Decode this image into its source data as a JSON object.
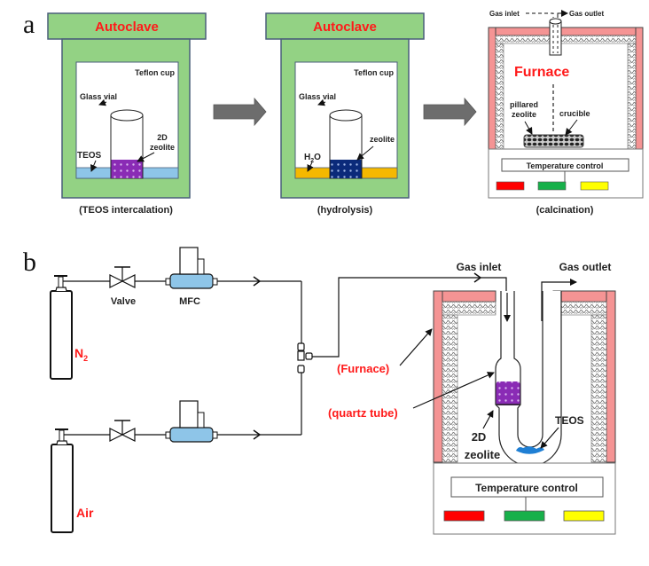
{
  "panel_a": {
    "letter": "a",
    "step1": {
      "title": "Autoclave",
      "cup_label": "Teflon cup",
      "vial_label": "Glass vial",
      "zeolite_label_1": "2D",
      "zeolite_label_2": "zeolite",
      "liquid_label": "TEOS",
      "caption": "(TEOS intercalation)",
      "liquid_color": "#8ec5e8",
      "zeolite_color": "#8a2bb5"
    },
    "step2": {
      "title": "Autoclave",
      "cup_label": "Teflon cup",
      "vial_label": "Glass vial",
      "zeolite_label": "zeolite",
      "liquid_label_main": "H",
      "liquid_label_sub": "2",
      "liquid_label_end": "O",
      "caption": "(hydrolysis)",
      "liquid_color": "#f5b800",
      "zeolite_color": "#0b2a7a"
    },
    "step3": {
      "gas_inlet": "Gas inlet",
      "gas_outlet": "Gas outlet",
      "furnace_label": "Furnace",
      "sample_label_1": "pillared",
      "sample_label_2": "zeolite",
      "crucible_label": "crucible",
      "control_label": "Temperature control",
      "caption": "(calcination)"
    },
    "autoclave_color": "#93d284",
    "arrow_color": "#6d6d6d"
  },
  "panel_b": {
    "letter": "b",
    "line1": {
      "gas": "N",
      "gas_sub": "2",
      "valve_label": "Valve",
      "mfc_label": "MFC"
    },
    "line2": {
      "gas": "Air"
    },
    "mfc_color": "#8ec5e8",
    "gas_inlet": "Gas inlet",
    "gas_outlet": "Gas outlet",
    "furnace_label": "(Furnace)",
    "tube_label": "(quartz tube)",
    "zeolite_label_1": "2D",
    "zeolite_label_2": "zeolite",
    "teos_label": "TEOS",
    "control_label": "Temperature control",
    "teos_color": "#1f7fd4",
    "zeolite_color": "#8a2bb5"
  },
  "colors": {
    "furnace_wall": "#f59494",
    "indicator_red": "#ff0000",
    "indicator_green": "#17b04a",
    "indicator_yellow": "#ffff00",
    "label_red": "#ff1a1a"
  }
}
